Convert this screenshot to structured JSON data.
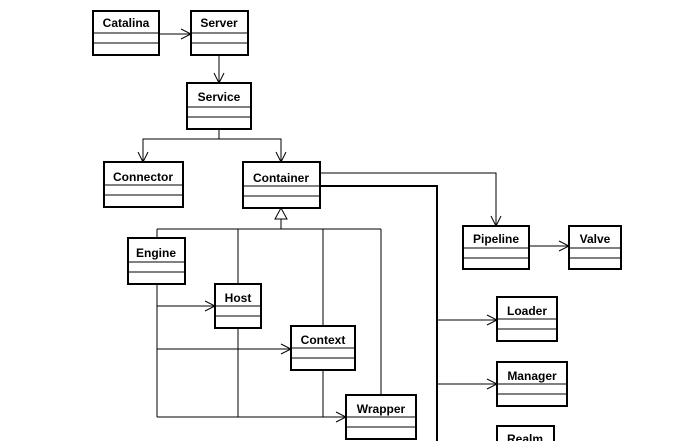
{
  "diagram": {
    "classes": {
      "catalina": "Catalina",
      "server": "Server",
      "service": "Service",
      "connector": "Connector",
      "container": "Container",
      "engine": "Engine",
      "host": "Host",
      "context": "Context",
      "wrapper": "Wrapper",
      "pipeline": "Pipeline",
      "valve": "Valve",
      "loader": "Loader",
      "manager": "Manager",
      "realm": "Realm"
    },
    "colors": {
      "line": "#000000",
      "background": "#ffffff"
    }
  }
}
